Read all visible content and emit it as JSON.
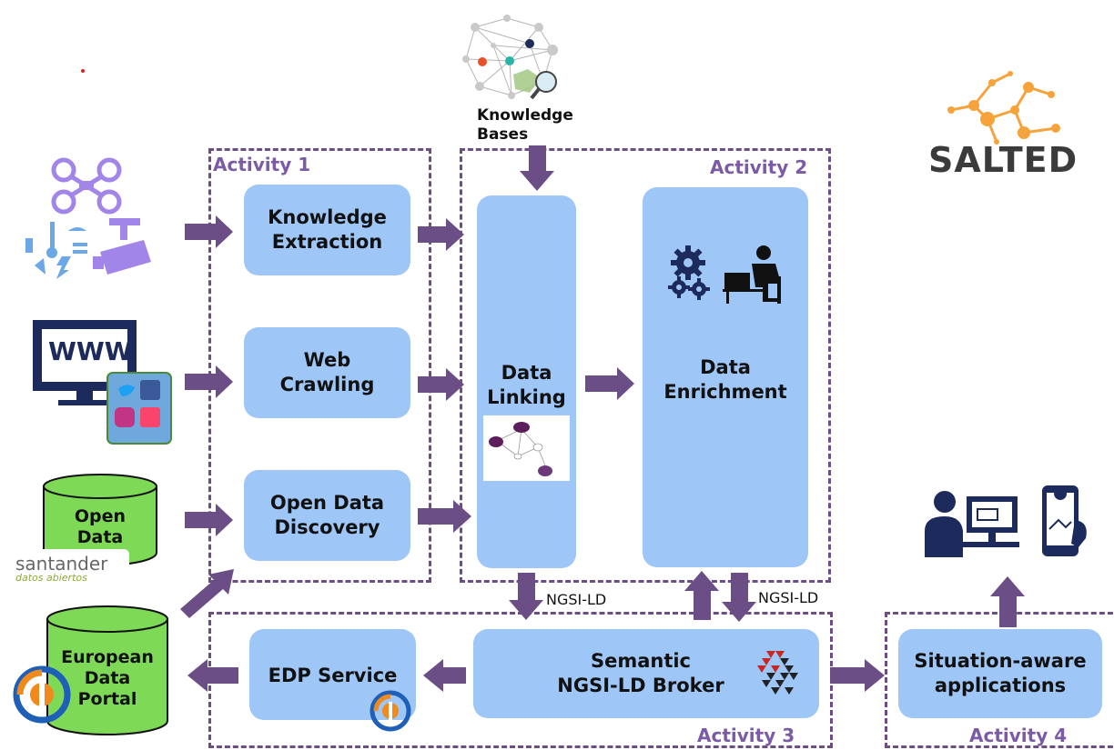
{
  "activities": {
    "a1": "Activity 1",
    "a2": "Activity 2",
    "a3": "Activity 3",
    "a4": "Activity 4"
  },
  "boxes": {
    "knowledge_extraction": [
      "Knowledge",
      "Extraction"
    ],
    "web_crawling": [
      "Web",
      "Crawling"
    ],
    "open_data_discovery": [
      "Open Data",
      "Discovery"
    ],
    "data_linking": [
      "Data",
      "Linking"
    ],
    "data_enrichment": [
      "Data",
      "Enrichment"
    ],
    "edp_service": [
      "EDP Service"
    ],
    "broker": [
      "Semantic",
      "NGSI-LD Broker"
    ],
    "apps": [
      "Situation-aware",
      "applications"
    ]
  },
  "sources": {
    "knowledge_bases": [
      "Knowledge",
      "Bases"
    ],
    "www": "WWW",
    "open_data": [
      "Open",
      "Data"
    ],
    "european_data_portal": [
      "European",
      "Data",
      "Portal"
    ],
    "santander": "santander",
    "santander_sub": "datos abiertos"
  },
  "edge_labels": {
    "ngsi_left": "NGSI-LD",
    "ngsi_right": "NGSI-LD"
  },
  "logo": {
    "text": "SALTED"
  },
  "colors": {
    "box": "#9ec6f7",
    "arrow": "#6b4e86",
    "activity": "#7b5aa6",
    "icon_purple": "#a185e8",
    "cylinder": "#7ed957",
    "logo_orange": "#f7a33b"
  }
}
